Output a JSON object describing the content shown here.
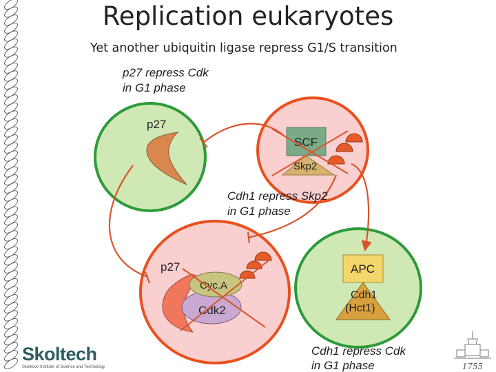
{
  "slide": {
    "title": "Replication eukaryotes",
    "subtitle": "Yet another ubiquitin ligase repress G1/S transition"
  },
  "diagram": {
    "annotation_p27": [
      "p27  repress Cdk",
      "in G1 phase"
    ],
    "annotation_cdh1_skp2": [
      "Cdh1 repress Skp2",
      "in G1 phase"
    ],
    "annotation_cdh1_cdk": [
      "Cdh1 repress Cdk",
      "in G1 phase"
    ],
    "p27_top": "p27",
    "scf": "SCF",
    "skp2": "Skp2",
    "p27_bottom": "p27",
    "cyca": "Cyc.A",
    "cdk2": "Cdk2",
    "apc": "APC",
    "cdh1": "Cdh1",
    "hct1": "(Hct1)"
  },
  "branding": {
    "logo": "Skoltech",
    "logo_sub": "Skolkovo Institute of Science and Technology",
    "emblem_year": "1755"
  },
  "colors": {
    "green_fill": "#cfe8b4",
    "green_ring": "#2e9a3a",
    "pink_fill": "#f9cfcf",
    "orange_ring": "#e8511e",
    "arrow": "#d9542a",
    "p27_shape": "#d9874e",
    "scf_box": "#7aaa88",
    "skp2_tri": "#d7b26c",
    "cyca_ellipse": "#c6c47e",
    "cdk2_ellipse": "#c9a8d1",
    "ubiquitin": "#e85b28",
    "apc_box": "#f3d76a"
  }
}
